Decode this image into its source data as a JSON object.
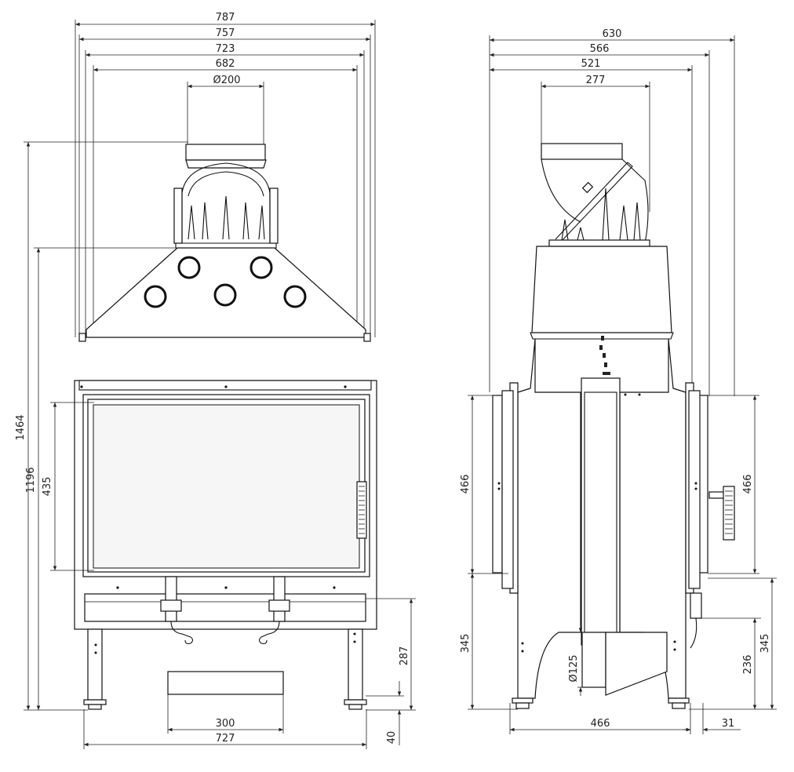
{
  "front_view": {
    "dims": {
      "w787": "787",
      "w757": "757",
      "w723": "723",
      "w682": "682",
      "phi200": "Ø200",
      "h1464": "1464",
      "h1196": "1196",
      "h435": "435",
      "h287": "287",
      "h40": "40",
      "w300": "300",
      "w727": "727"
    }
  },
  "side_view": {
    "dims": {
      "w630": "630",
      "w566": "566",
      "w521": "521",
      "w277": "277",
      "h466_left": "466",
      "h466_right": "466",
      "h345_left": "345",
      "h345_right": "345",
      "h236": "236",
      "phi125": "Ø125",
      "w466_bottom": "466",
      "w31": "31"
    }
  }
}
